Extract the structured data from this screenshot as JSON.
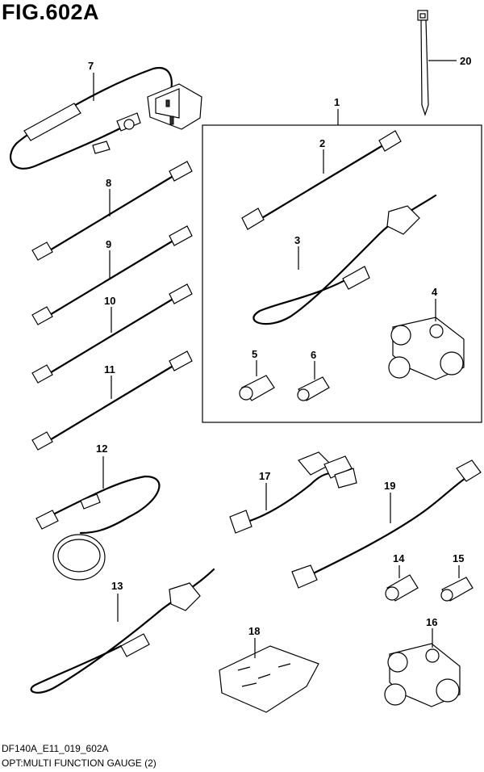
{
  "figure": {
    "title": "FIG.602A",
    "code": "DF140A_E11_019_602A",
    "caption": "OPT:MULTI FUNCTION GAUGE (2)"
  },
  "callouts": [
    "1",
    "2",
    "3",
    "4",
    "5",
    "6",
    "7",
    "8",
    "9",
    "10",
    "11",
    "12",
    "13",
    "14",
    "15",
    "16",
    "17",
    "18",
    "19",
    "20"
  ]
}
